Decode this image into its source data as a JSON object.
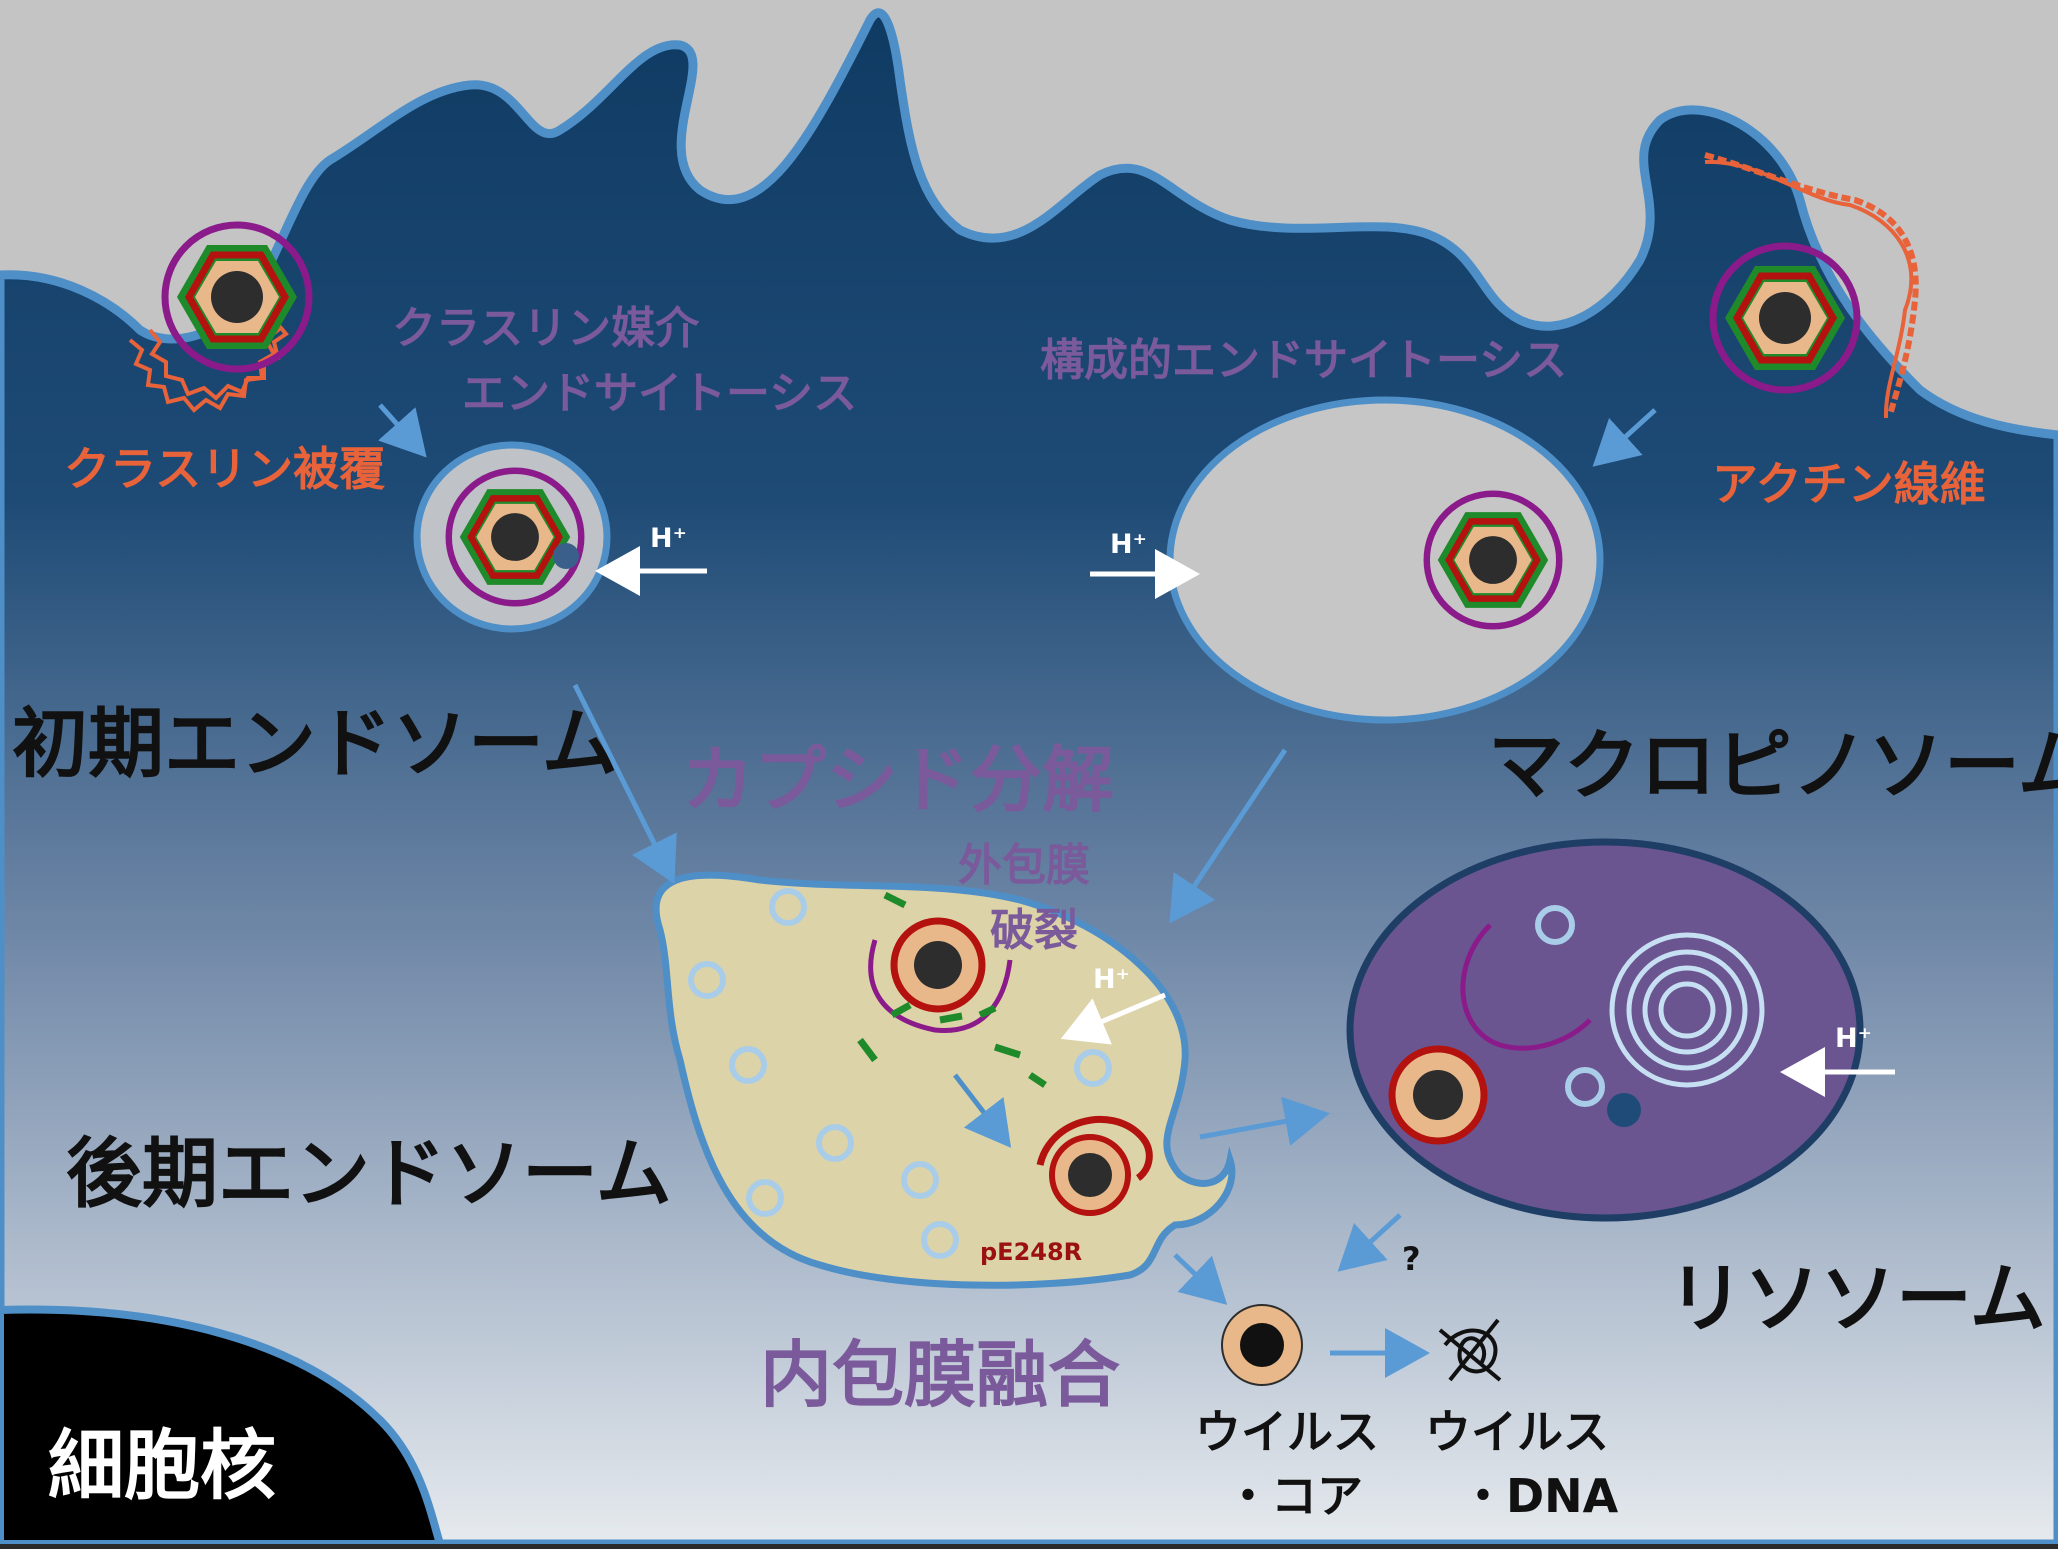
{
  "labels": {
    "clathrin_mediated_1": "クラスリン媒介",
    "clathrin_mediated_2": "エンドサイトーシス",
    "constitutive": "構成的エンドサイトーシス",
    "clathrin_coat": "クラスリン被覆",
    "actin_fiber": "アクチン線維",
    "early_endosome": "初期エンドソーム",
    "macropinosome": "マクロピノソーム",
    "capsid_disassembly": "カプシド分解",
    "outer_envelope_1": "外包膜",
    "outer_envelope_2": "破裂",
    "late_endosome": "後期エンドソーム",
    "lysosome": "リソソーム",
    "protein": "pE248R",
    "inner_membrane_fusion": "内包膜融合",
    "virus_core_1": "ウイルス",
    "virus_core_2": "・コア",
    "virus_dna_1": "ウイルス",
    "virus_dna_2": "・DNA",
    "nucleus": "細胞核",
    "question": "?",
    "proton_1": "H⁺",
    "proton_2": "H⁺",
    "proton_3": "H⁺",
    "proton_4": "H⁺"
  },
  "colors": {
    "outside": "#c4c4c4",
    "cytoplasm_top": "#0f3d66",
    "cytoplasm_bottom": "#d7dde6",
    "membrane": "#4f8fc8",
    "clathrin": "#e8623a",
    "label_purple": "#7a5a9a",
    "late_endosome_fill": "#ddd3a8",
    "lysosome_fill": "#6a5590",
    "virus_outer": "#8b1a8b",
    "capsid_green": "#1f8a2a",
    "capsid_red": "#b3120f",
    "core": "#e8b88a",
    "nucleoid": "#2d2d2d",
    "vesicle": "#a9cde9",
    "arrow": "#5b9bd5"
  },
  "icons": [
    "virus-particle-icon",
    "clathrin-icon",
    "actin-filament-icon",
    "vesicle-icon",
    "arrow-icon",
    "dna-tangle-icon",
    "h-plus-arrow-icon"
  ]
}
